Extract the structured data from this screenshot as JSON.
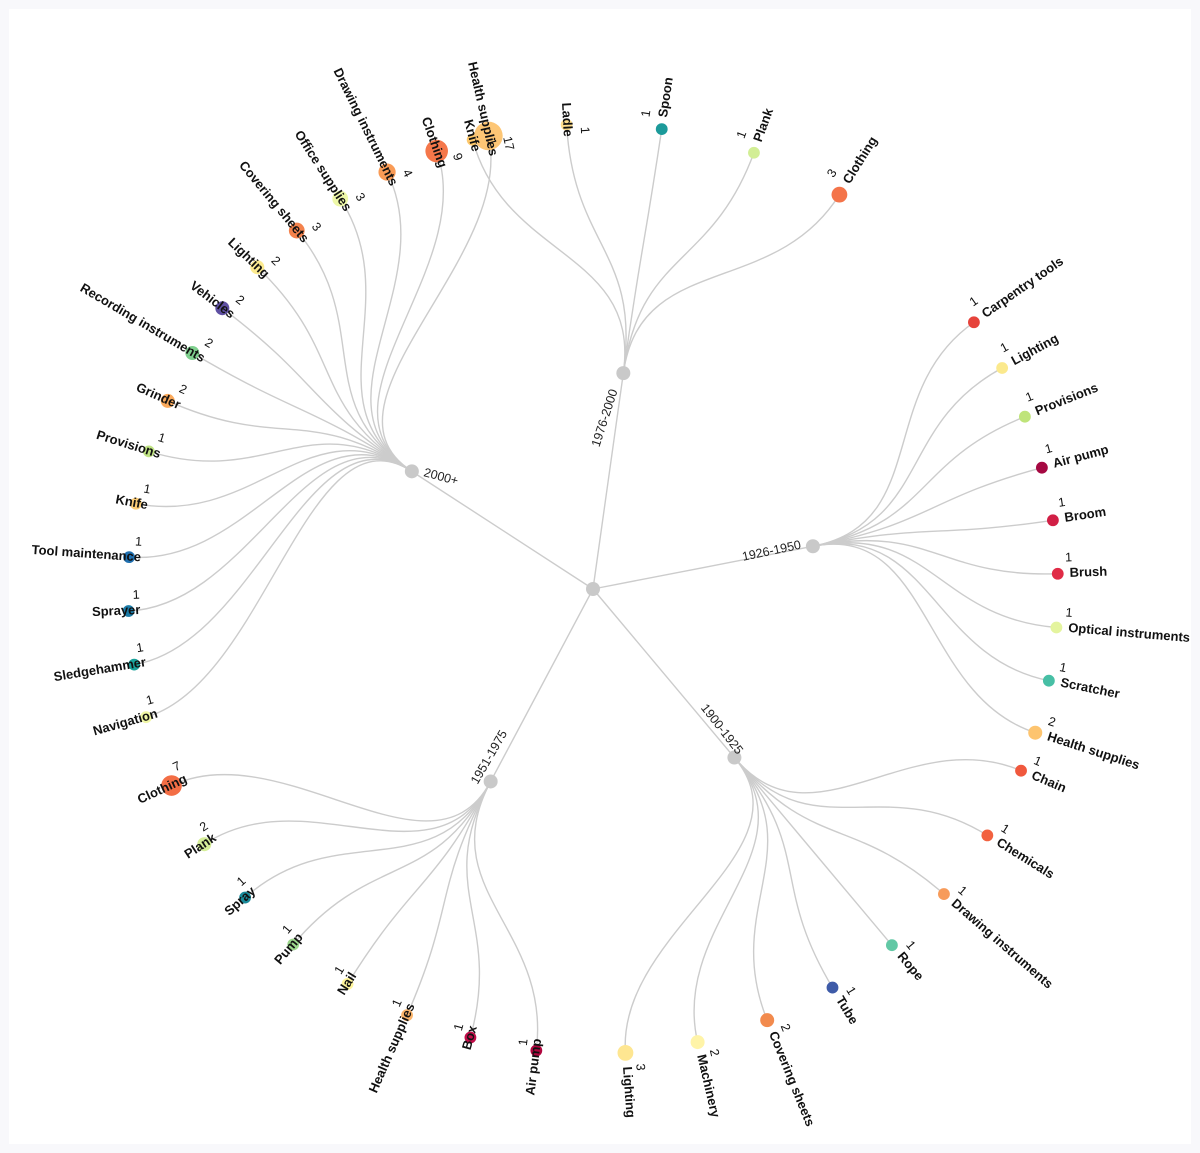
{
  "colors": {
    "link": "#cccccc",
    "internal_node": "#c9c9c9"
  },
  "tree": {
    "name": "",
    "groups": [
      {
        "name": "1976-2000",
        "children": [
          {
            "name": "Knife",
            "count": 1,
            "color": "#fdc86c"
          },
          {
            "name": "Ladle",
            "count": 1,
            "color": "#fedd8c"
          },
          {
            "name": "Spoon",
            "count": 1,
            "color": "#1c9a9a"
          },
          {
            "name": "Plank",
            "count": 1,
            "color": "#d2ee95"
          },
          {
            "name": "Clothing",
            "count": 3,
            "color": "#f4744a"
          }
        ]
      },
      {
        "name": "1926-1950",
        "children": [
          {
            "name": "Carpentry tools",
            "count": 1,
            "color": "#e6433b"
          },
          {
            "name": "Lighting",
            "count": 1,
            "color": "#fbe98d"
          },
          {
            "name": "Provisions",
            "count": 1,
            "color": "#bfe47a"
          },
          {
            "name": "Air pump",
            "count": 1,
            "color": "#a50842"
          },
          {
            "name": "Broom",
            "count": 1,
            "color": "#d11f45"
          },
          {
            "name": "Brush",
            "count": 1,
            "color": "#e02b46"
          },
          {
            "name": "Optical instruments",
            "count": 1,
            "color": "#e4f49e"
          },
          {
            "name": "Scratcher",
            "count": 1,
            "color": "#47bfa5"
          },
          {
            "name": "Health supplies",
            "count": 2,
            "color": "#fdc46f"
          }
        ]
      },
      {
        "name": "1900-1925",
        "children": [
          {
            "name": "Chain",
            "count": 1,
            "color": "#f0583d"
          },
          {
            "name": "Chemicals",
            "count": 1,
            "color": "#f2613f"
          },
          {
            "name": "Drawing instruments",
            "count": 1,
            "color": "#f79b5a"
          },
          {
            "name": "Rope",
            "count": 1,
            "color": "#62c8a5"
          },
          {
            "name": "Tube",
            "count": 1,
            "color": "#3e5ba8"
          },
          {
            "name": "Covering sheets",
            "count": 2,
            "color": "#f28a4d"
          },
          {
            "name": "Machinery",
            "count": 2,
            "color": "#fff4a8"
          },
          {
            "name": "Lighting",
            "count": 3,
            "color": "#fee691"
          }
        ]
      },
      {
        "name": "1951-1975",
        "children": [
          {
            "name": "Air pump",
            "count": 1,
            "color": "#b0073f"
          },
          {
            "name": "Box",
            "count": 1,
            "color": "#c00e49"
          },
          {
            "name": "Health supplies",
            "count": 1,
            "color": "#fbb46a"
          },
          {
            "name": "Nail",
            "count": 1,
            "color": "#fff59a"
          },
          {
            "name": "Pump",
            "count": 1,
            "color": "#9cd88c"
          },
          {
            "name": "Spray",
            "count": 1,
            "color": "#198a9a"
          },
          {
            "name": "Plank",
            "count": 2,
            "color": "#d6ef99"
          },
          {
            "name": "Clothing",
            "count": 7,
            "color": "#f36e45"
          }
        ]
      },
      {
        "name": "2000+",
        "children": [
          {
            "name": "Navigation",
            "count": 1,
            "color": "#f1f7a5"
          },
          {
            "name": "Sledgehammer",
            "count": 1,
            "color": "#1aa29b"
          },
          {
            "name": "Sprayer",
            "count": 1,
            "color": "#1a7ba7"
          },
          {
            "name": "Tool maintenance",
            "count": 1,
            "color": "#2070b0"
          },
          {
            "name": "Knife",
            "count": 1,
            "color": "#fdcd76"
          },
          {
            "name": "Provisions",
            "count": 1,
            "color": "#c0e484"
          },
          {
            "name": "Grinder",
            "count": 2,
            "color": "#fbaa5c"
          },
          {
            "name": "Recording instruments",
            "count": 2,
            "color": "#7fd08e"
          },
          {
            "name": "Vehicles",
            "count": 2,
            "color": "#5e4fa2"
          },
          {
            "name": "Lighting",
            "count": 2,
            "color": "#fcea8f"
          },
          {
            "name": "Covering sheets",
            "count": 3,
            "color": "#f4824c"
          },
          {
            "name": "Office supplies",
            "count": 3,
            "color": "#eef8a8"
          },
          {
            "name": "Drawing instruments",
            "count": 4,
            "color": "#f99b56"
          },
          {
            "name": "Clothing",
            "count": 9,
            "color": "#f5774a"
          },
          {
            "name": "Health supplies",
            "count": 17,
            "color": "#fdc675"
          }
        ]
      }
    ]
  }
}
